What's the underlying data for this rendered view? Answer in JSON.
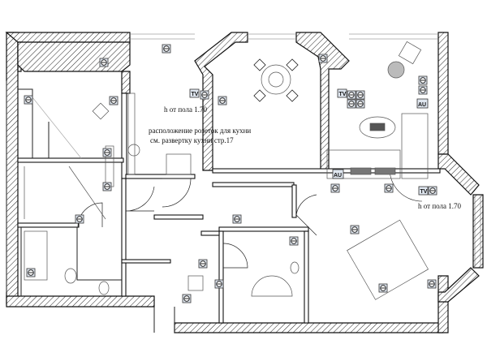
{
  "plan": {
    "notes": {
      "height_left": "h  от пола 1.70",
      "kitchen_line1": "расположение розеток для кухни",
      "kitchen_line2": "см. развертку кухни стр.17",
      "height_right": "h  от пола 1.70"
    },
    "socket_labels": {
      "tv": "TV",
      "au": "AU"
    },
    "colors": {
      "wall_line": "#111111",
      "socket_fill": "#dfe6ef",
      "furniture": "#555555"
    }
  }
}
